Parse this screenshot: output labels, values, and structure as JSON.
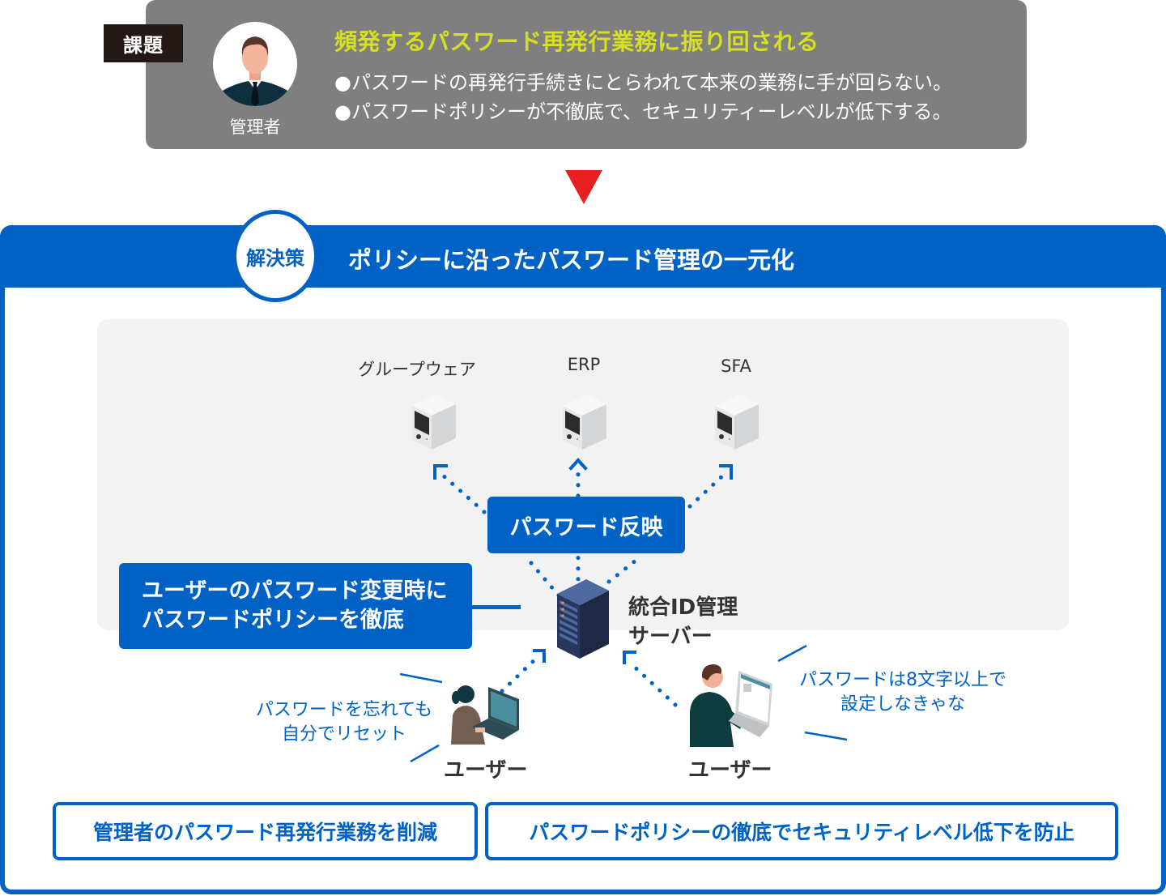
{
  "problem": {
    "tag": "課題",
    "actor_label": "管理者",
    "title": "頻発するパスワード再発行業務に振り回される",
    "items": [
      "●パスワードの再発行手続きにとらわれて本来の業務に手が回らない。",
      "●パスワードポリシーが不徹底で、セキュリティーレベルが低下する。"
    ]
  },
  "solution": {
    "badge": "解決策",
    "title": "ポリシーに沿ったパスワード管理の一元化"
  },
  "diagram": {
    "systems": [
      {
        "label": "グループウェア",
        "icon": "server-tower-icon"
      },
      {
        "label": "ERP",
        "icon": "server-tower-icon"
      },
      {
        "label": "SFA",
        "icon": "server-tower-icon"
      }
    ],
    "reflect_label": "パスワード反映",
    "policy_label_lines": [
      "ユーザーのパスワード変更時に",
      "パスワードポリシーを徹底"
    ],
    "server_label_lines": [
      "統合ID管理",
      "サーバー"
    ],
    "users": [
      {
        "label": "ユーザー",
        "speech": [
          "パスワードを忘れても",
          "自分でリセット"
        ]
      },
      {
        "label": "ユーザー",
        "speech": [
          "パスワードは8文字以上で",
          "設定しなきゃな"
        ]
      }
    ]
  },
  "results": [
    "管理者のパスワード再発行業務を削減",
    "パスワードポリシーの徹底でセキュリティレベル低下を防止"
  ],
  "colors": {
    "primary_blue": "#0062c4",
    "problem_gray": "#7f7f7f",
    "problem_title_yellow": "#d7df21",
    "arrow_red": "#e61f1f",
    "tag_dark": "#231815",
    "diagram_bg": "#f2f2f2"
  }
}
